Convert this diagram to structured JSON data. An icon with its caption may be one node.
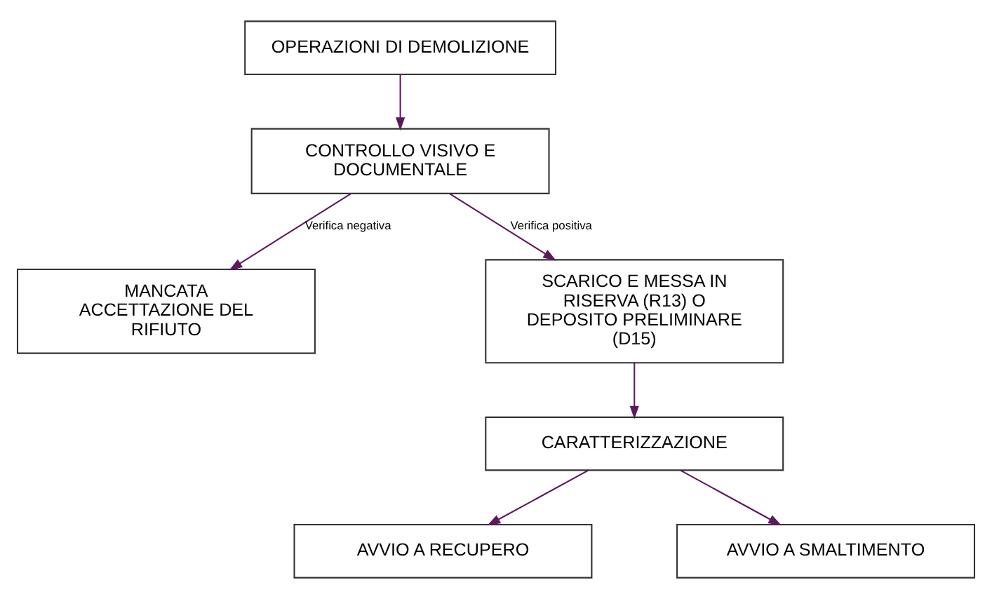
{
  "diagram": {
    "nodes": [
      {
        "text": [
          "OPERAZIONI DI DEMOLIZIONE"
        ]
      },
      {
        "text": [
          "CONTROLLO VISIVO E DOCUMENTALE"
        ]
      },
      {
        "text": [
          "MANCATA ACCETTAZIONE DEL RIFIUTO"
        ]
      },
      {
        "text": [
          "SCARICO E MESSA IN RISERVA (R13) O DEPOSITO PRELIMINARE (D15)"
        ]
      },
      {
        "text": [
          "CARATTERIZZAZIONE"
        ]
      },
      {
        "text": [
          "AVVIO A RECUPERO"
        ]
      },
      {
        "text": [
          "AVVIO A SMALTIMENTO"
        ]
      }
    ],
    "edges": [
      {
        "from": 0,
        "to": 1,
        "arrow": "to"
      },
      {
        "from": 1,
        "to": 2,
        "arrow": "to",
        "label": "Verifica negativa"
      },
      {
        "from": 1,
        "to": 3,
        "arrow": "to",
        "label": "Verifica positiva"
      },
      {
        "from": 3,
        "to": 4,
        "arrow": "to"
      },
      {
        "from": 4,
        "to": 5,
        "arrow": "to"
      },
      {
        "from": 4,
        "to": 6,
        "arrow": "to"
      }
    ]
  }
}
